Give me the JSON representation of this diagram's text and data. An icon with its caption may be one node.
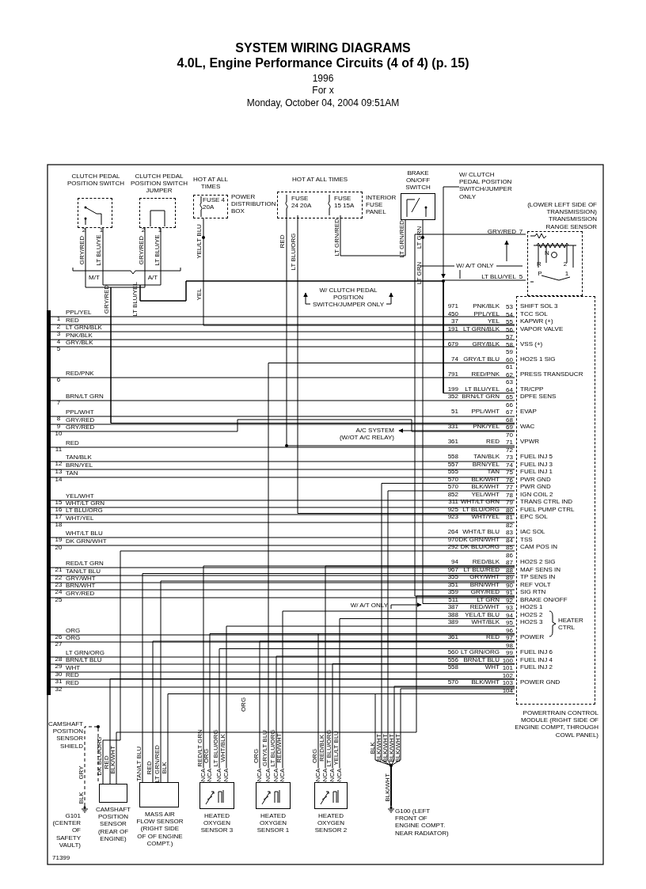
{
  "diagram": {
    "title": "SYSTEM WIRING DIAGRAMS",
    "nodes": [
      {
        "text": [
          "CLUTCH PEDAL POSITION SWITCH"
        ]
      },
      {
        "text": [
          "CLUTCH PEDAL POSITION SWITCH JUMPER"
        ]
      },
      {
        "text": [
          "HOT AT ALL TIMES",
          "FUSE 4 20A"
        ],
        "beside": [
          "POWER DISTRIBUTION BOX"
        ]
      },
      {
        "text": [
          "HOT AT ALL TIMES",
          "INTERIOR FUSE PANEL"
        ]
      },
      {
        "text": [
          "FUSE 24 20A"
        ],
        "in": 3
      },
      {
        "text": [
          "FUSE 15 15A"
        ],
        "in": 3
      },
      {
        "text": [
          "BRAKE ON/OFF SWITCH"
        ]
      },
      {
        "text": [
          "(LOWER LEFT SIDE OF TRANSMISSION) TRANSMISSION RANGE SENSOR"
        ]
      },
      {
        "text": [
          "POWERTRAIN CONTROL MODULE (RIGHT SIDE OF ENGINE COMPT, THROUGH COWL PANEL)"
        ]
      },
      {
        "text": [
          "CAMSHAFT POSITION SENSOR (REAR OF ENGINE)"
        ]
      },
      {
        "text": [
          "MASS AIR FLOW SENSOR (RIGHT SIDE OF OF ENGINE COMPT.)"
        ]
      },
      {
        "text": [
          "HEATED OXYGEN SENSOR 3"
        ]
      },
      {
        "text": [
          "HEATED OXYGEN SENSOR 1"
        ]
      },
      {
        "text": [
          "HEATED OXYGEN SENSOR 2"
        ]
      },
      {
        "text": [
          "G101 (CENTER OF SAFETY VAULT)"
        ]
      },
      {
        "text": [
          "G100 (LEFT FRONT OF ENGINE COMPT. NEAR RADIATOR)"
        ]
      },
      {
        "text": [],
        "shape": "bar"
      },
      {
        "text": [
          "A/C SYSTEM (W/OT A/C RELAY)"
        ]
      },
      {
        "text": [
          "W/ CLUTCH PEDAL POSITION SWITCH/JUMPER ONLY"
        ]
      },
      {
        "text": [
          "W/ A/T ONLY"
        ]
      }
    ],
    "edges": [
      {
        "from": 0,
        "to": 8,
        "arrow": "none"
      },
      {
        "from": 1,
        "to": 8,
        "arrow": "none"
      },
      {
        "from": 0,
        "to": 8,
        "arrow": "none"
      },
      {
        "from": 1,
        "to": 8,
        "arrow": "none"
      },
      {
        "from": 2,
        "to": 8,
        "arrow": "none"
      },
      {
        "from": 4,
        "to": 8,
        "arrow": "none"
      },
      {
        "from": 4,
        "to": 8,
        "arrow": "none"
      },
      {
        "from": 5,
        "to": 6,
        "arrow": "none"
      },
      {
        "from": 6,
        "to": 8,
        "arrow": "none"
      },
      {
        "from": 7,
        "to": 8,
        "arrow": "none"
      },
      {
        "from": 7,
        "to": 8,
        "arrow": "none"
      },
      {
        "from": 8,
        "to": 17,
        "arrow": "to"
      },
      {
        "from": 18,
        "to": null,
        "arrow": "to"
      },
      {
        "from": 19,
        "to": null,
        "arrow": "to"
      },
      {
        "from": 14,
        "to": 9,
        "arrow": "none",
        "style": "dashed"
      },
      {
        "from": 9,
        "to": 8,
        "arrow": "none"
      },
      {
        "from": 9,
        "to": 8,
        "arrow": "none"
      },
      {
        "from": 9,
        "to": 8,
        "arrow": "none"
      },
      {
        "from": 10,
        "to": 8,
        "arrow": "none"
      },
      {
        "from": 10,
        "to": 8,
        "arrow": "none"
      },
      {
        "from": 10,
        "to": 8,
        "arrow": "none"
      },
      {
        "from": 10,
        "to": 8,
        "arrow": "none"
      },
      {
        "from": 11,
        "to": 8,
        "arrow": "none"
      },
      {
        "from": 11,
        "to": 8,
        "arrow": "none"
      },
      {
        "from": 11,
        "to": 8,
        "arrow": "none"
      },
      {
        "from": 11,
        "to": 8,
        "arrow": "none"
      },
      {
        "from": 12,
        "to": 8,
        "arrow": "none"
      },
      {
        "from": 12,
        "to": 8,
        "arrow": "none"
      },
      {
        "from": 12,
        "to": 8,
        "arrow": "none"
      },
      {
        "from": 12,
        "to": 8,
        "arrow": "none"
      },
      {
        "from": 13,
        "to": 8,
        "arrow": "none"
      },
      {
        "from": 13,
        "to": 8,
        "arrow": "none"
      },
      {
        "from": 13,
        "to": 8,
        "arrow": "none"
      },
      {
        "from": 13,
        "to": 8,
        "arrow": "none"
      },
      {
        "from": 8,
        "to": 15,
        "arrow": "none"
      },
      {
        "from": 8,
        "to": 15,
        "arrow": "none"
      },
      {
        "from": 8,
        "to": 15,
        "arrow": "none"
      },
      {
        "from": 8,
        "to": 15,
        "arrow": "none"
      },
      {
        "from": 8,
        "to": 15,
        "arrow": "none"
      },
      {
        "from": 16,
        "to": 8,
        "arrow": "none"
      },
      {
        "from": 16,
        "to": 8,
        "arrow": "none"
      },
      {
        "from": 16,
        "to": 8,
        "arrow": "none"
      },
      {
        "from": 16,
        "to": 8,
        "arrow": "none"
      },
      {
        "from": 16,
        "to": 8,
        "arrow": "none"
      },
      {
        "from": 16,
        "to": 8,
        "arrow": "none"
      },
      {
        "from": 16,
        "to": 8,
        "arrow": "none"
      },
      {
        "from": 16,
        "to": 8,
        "arrow": "none"
      },
      {
        "from": 16,
        "to": 8,
        "arrow": "none"
      },
      {
        "from": 16,
        "to": 8,
        "arrow": "none"
      },
      {
        "from": 16,
        "to": 8,
        "arrow": "none"
      },
      {
        "from": 16,
        "to": 8,
        "arrow": "none"
      },
      {
        "from": 16,
        "to": 8,
        "arrow": "none"
      },
      {
        "from": 16,
        "to": 8,
        "arrow": "none"
      },
      {
        "from": 16,
        "to": 8,
        "arrow": "none"
      },
      {
        "from": 16,
        "to": 8,
        "arrow": "none"
      },
      {
        "from": 16,
        "to": 8,
        "arrow": "none"
      },
      {
        "from": 16,
        "to": 8,
        "arrow": "none"
      },
      {
        "from": 16,
        "to": 8,
        "arrow": "none"
      },
      {
        "from": 16,
        "to": 8,
        "arrow": "none"
      },
      {
        "from": 16,
        "to": 8,
        "arrow": "none"
      },
      {
        "from": 16,
        "to": 8,
        "arrow": "none"
      },
      {
        "from": 16,
        "to": 8,
        "arrow": "none"
      },
      {
        "from": 16,
        "to": 8,
        "arrow": "none"
      },
      {
        "from": 16,
        "to": 8,
        "arrow": "none"
      },
      {
        "from": 16,
        "to": 8,
        "arrow": "none"
      },
      {
        "from": 16,
        "to": 8,
        "arrow": "none"
      },
      {
        "from": 16,
        "to": 8,
        "arrow": "none"
      },
      {
        "from": 16,
        "to": 8,
        "arrow": "none"
      },
      {
        "from": 16,
        "to": 8,
        "arrow": "none"
      },
      {
        "from": 16,
        "to": 8,
        "arrow": "none"
      },
      {
        "from": 16,
        "to": 8,
        "arrow": "none"
      }
    ],
    "labels": [
      "4.0L, Engine Performance Circuits (4 of 4) (p. 15)",
      "1996",
      "For x",
      "Monday, October 04, 2004  09:51AM",
      "2",
      "1",
      "GRY/RED",
      "LT BLU/YE",
      "2",
      "1",
      "GRY/RED",
      "LT BLU/YE",
      "M/T",
      "A/T",
      "GRY/RED",
      "LT BLU/YEL",
      "YEL/LT BLU",
      "YEL",
      "RED",
      "LT BLU/ORG",
      "LT GRN/RED",
      "LT GRN/RED",
      "LT GRN",
      "LT GRN",
      "W/ A/T ONLY",
      "GRY/RED",
      "7",
      "LT BLU/YEL",
      "5",
      "N",
      "R",
      "2",
      "P",
      "1",
      "W/ CLUTCH PEDAL POSITION SWITCH/JUMPER ONLY",
      "1",
      "PPL/YEL",
      "2",
      "RED",
      "3",
      "LT GRN/BLK",
      "4",
      "PNK/BLK",
      "5",
      "GRY/BLK",
      "6",
      "RED/PNK",
      "7",
      "BRN/LT GRN",
      "8",
      "PPL/WHT",
      "9",
      "GRY/RED",
      "10",
      "GRY/RED",
      "11",
      "RED",
      "12",
      "TAN/BLK",
      "13",
      "BRN/YEL",
      "14",
      "TAN",
      "15",
      "YEL/WHT",
      "16",
      "WHT/LT GRN",
      "17",
      "LT BLU/ORG",
      "18",
      "WHT/YEL",
      "19",
      "WHT/LT BLU",
      "20",
      "DK GRN/WHT",
      "21",
      "RED/LT GRN",
      "22",
      "TAN/LT BLU",
      "23",
      "GRY/WHT",
      "24",
      "BRN/WHT",
      "25",
      "GRY/RED",
      "26",
      "ORG",
      "27",
      "ORG",
      "28",
      "LT GRN/ORG",
      "29",
      "BRN/LT BLU",
      "30",
      "WHT",
      "31",
      "RED",
      "32",
      "RED",
      "971",
      "PNK/BLK",
      "53",
      "SHIFT SOL 3",
      "450",
      "PPL/YEL",
      "54",
      "TCC SOL",
      "37",
      "YEL",
      "55",
      "KAPWR (+)",
      "191",
      "LT GRN/BLK",
      "56",
      "VAPOR VALVE",
      "57",
      "679",
      "GRY/BLK",
      "58",
      "VSS (+)",
      "59",
      "74",
      "GRY/LT BLU",
      "60",
      "HO2S 1 SIG",
      "61",
      "791",
      "RED/PNK",
      "62",
      "PRESS TRANSDUCR",
      "63",
      "199",
      "LT BLU/YEL",
      "64",
      "TR/CPP",
      "352",
      "BRN/LT GRN",
      "65",
      "DPFE SENS",
      "66",
      "51",
      "PPL/WHT",
      "67",
      "EVAP",
      "68",
      "331",
      "PNK/YEL",
      "69",
      "WAC",
      "70",
      "361",
      "RED",
      "71",
      "VPWR",
      "72",
      "558",
      "TAN/BLK",
      "73",
      "FUEL INJ 5",
      "557",
      "BRN/YEL",
      "74",
      "FUEL INJ 3",
      "555",
      "TAN",
      "75",
      "FUEL INJ 1",
      "570",
      "BLK/WHT",
      "76",
      "PWR GND",
      "570",
      "BLK/WHT",
      "77",
      "PWR GND",
      "852",
      "YEL/WHT",
      "78",
      "IGN COIL 2",
      "311",
      "WHT/LT GRN",
      "79",
      "TRANS CTRL IND",
      "925",
      "LT BLU/ORG",
      "80",
      "FUEL PUMP CTRL",
      "923",
      "WHT/YEL",
      "81",
      "EPC SOL",
      "82",
      "264",
      "WHT/LT BLU",
      "83",
      "IAC SOL",
      "970",
      "DK GRN/WHT",
      "84",
      "TSS",
      "292",
      "DK BLU/ORG",
      "85",
      "CAM POS IN",
      "86",
      "94",
      "RED/BLK",
      "87",
      "HO2S 2 SIG",
      "967",
      "LT BLU/RED",
      "88",
      "MAF SENS IN",
      "355",
      "GRY/WHT",
      "89",
      "TP SENS IN",
      "351",
      "BRN/WHT",
      "90",
      "REF VOLT",
      "359",
      "GRY/RED",
      "91",
      "SIG RTN",
      "511",
      "LT GRN",
      "92",
      "BRAKE ON/OFF",
      "387",
      "RED/WHT",
      "93",
      "HO2S 1",
      "388",
      "YEL/LT BLU",
      "94",
      "HO2S 2",
      "389",
      "WHT/BLK",
      "95",
      "HO2S 3",
      "96",
      "361",
      "RED",
      "97",
      "POWER",
      "98",
      "560",
      "LT GRN/ORG",
      "99",
      "FUEL INJ 6",
      "556",
      "BRN/LT BLU",
      "100",
      "FUEL INJ 4",
      "558",
      "WHT",
      "101",
      "FUEL INJ 2",
      "102",
      "570",
      "BLK/WHT",
      "103",
      "POWER GND",
      "104",
      "HEATER CTRL",
      "CAMSHAFT POSITION SENSOR SHIELD",
      "DK BLU/ORG",
      "RED",
      "BLK/WHT",
      "GRY",
      "BLK",
      "TAN/LT BLU",
      "RED",
      "LT GRN/RED",
      "BLK",
      "RED/LT GRN",
      "ORG",
      "LT BLU/ORG",
      "WHT/BLK",
      "NCA",
      "NCA",
      "NCA",
      "NCA",
      "ORG",
      "GRY/LT BLU",
      "LT BLU/ORG",
      "RED/WHT",
      "NCA",
      "NCA",
      "NCA",
      "NCA",
      "ORG",
      "RED/BLK",
      "LT BLU/ORG",
      "YEL/LT BLU",
      "NCA",
      "NCA",
      "NCA",
      "NCA",
      "BLK",
      "BLK/WHT",
      "BLK/WHT",
      "BLK/WHT",
      "BLK/WHT",
      "BLK/WHT",
      "ORG",
      "71399"
    ]
  }
}
